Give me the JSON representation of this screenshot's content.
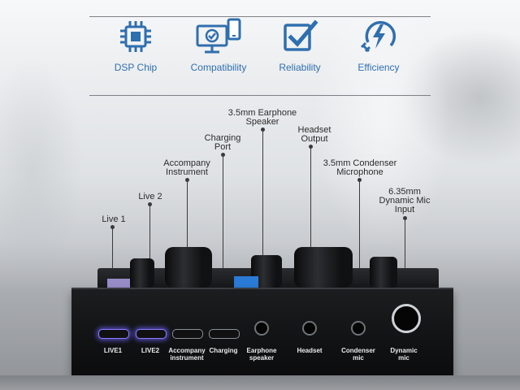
{
  "features": [
    {
      "label": "DSP Chip",
      "icon": "chip-icon"
    },
    {
      "label": "Compatibility",
      "icon": "monitor-phone-check-icon"
    },
    {
      "label": "Reliability",
      "icon": "checkbox-icon"
    },
    {
      "label": "Efficiency",
      "icon": "lightning-plug-icon"
    }
  ],
  "callouts": [
    {
      "text": "Live 1"
    },
    {
      "text": "Live 2"
    },
    {
      "text": "Accompany\nInstrument"
    },
    {
      "text": "Charging\nPort"
    },
    {
      "text": "3.5mm Earphone\nSpeaker"
    },
    {
      "text": "Headset\nOutput"
    },
    {
      "text": "3.5mm Condenser\nMicrophone"
    },
    {
      "text": "6.35mm\nDynamic Mic\nInput"
    }
  ],
  "port_labels": [
    {
      "text": "LIVE1"
    },
    {
      "text": "LIVE2"
    },
    {
      "text": "Accompany\ninstrument"
    },
    {
      "text": "Charging"
    },
    {
      "text": "Earphone\nspeaker"
    },
    {
      "text": "Headset"
    },
    {
      "text": "Condenser\nmic"
    },
    {
      "text": "Dynamic\nmic"
    }
  ],
  "colors": {
    "accent": "#2f6fae",
    "text": "#2b2b2b",
    "device": "#111214"
  }
}
